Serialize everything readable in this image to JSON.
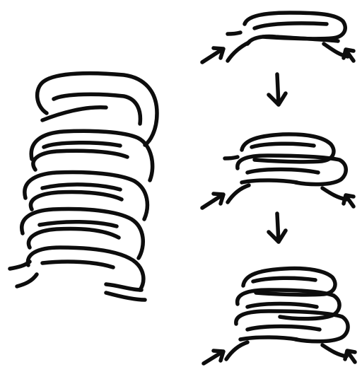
{
  "figure": {
    "background": "#ffffff",
    "ink_color": "#0d0d0d",
    "panels": [
      {
        "id": "large-folded-strand",
        "description_icon": "coiled-strand"
      },
      {
        "id": "sequence-step-1",
        "description_icon": "small-hairpin"
      },
      {
        "id": "sequence-step-2",
        "description_icon": "medium-hairpin"
      },
      {
        "id": "sequence-step-3",
        "description_icon": "large-hairpin"
      }
    ],
    "arrows": [
      "down-arrow-1",
      "down-arrow-2"
    ]
  }
}
